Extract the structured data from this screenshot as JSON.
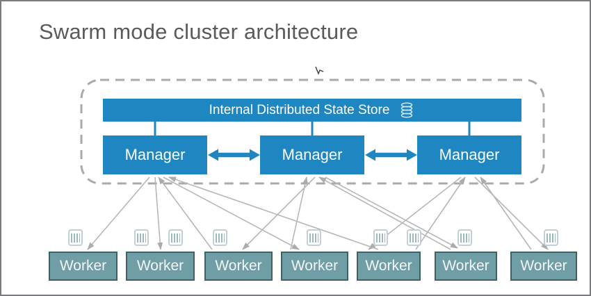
{
  "title": "Swarm mode cluster architecture",
  "cluster": {
    "state_store": {
      "label": "Internal Distributed State Store",
      "icon": "database-icon"
    },
    "managers": [
      {
        "label": "Manager"
      },
      {
        "label": "Manager"
      },
      {
        "label": "Manager"
      }
    ]
  },
  "workers": [
    {
      "label": "Worker"
    },
    {
      "label": "Worker"
    },
    {
      "label": "Worker"
    },
    {
      "label": "Worker"
    },
    {
      "label": "Worker"
    },
    {
      "label": "Worker"
    },
    {
      "label": "Worker"
    }
  ],
  "container_icons_count": 9,
  "colors": {
    "node_blue": "#1e87c1",
    "worker_teal": "#6f9ea6",
    "worker_border": "#3f6064",
    "arrow_gray": "#b4b6b8",
    "boundary_dash_gray": "#a8aaac",
    "title_gray": "#595a5c"
  }
}
